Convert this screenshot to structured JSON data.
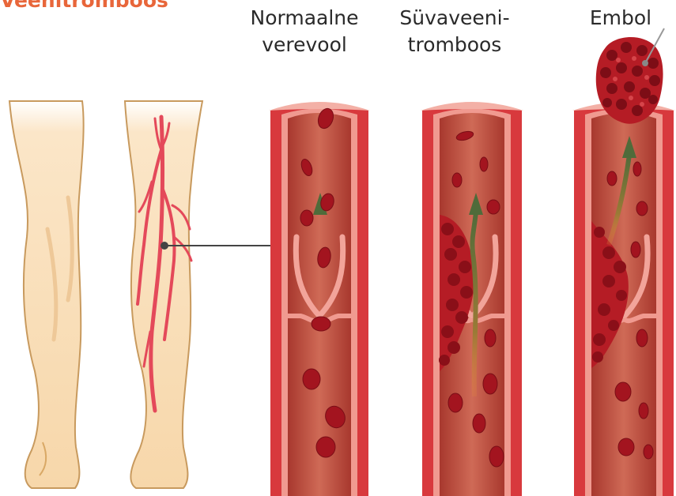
{
  "title": "Veenitromboos",
  "labels": {
    "normal_line1": "Normaalne",
    "normal_line2": "verevool",
    "dvt_line1": "Süvaveeni-",
    "dvt_line2": "tromboos",
    "embolus": "Embol"
  },
  "colors": {
    "title": "#e8663a",
    "skin": "#f9dcb3",
    "skin_outline": "#c89a5e",
    "vessel_wall": "#d8393d",
    "vessel_lumen": "#c45a48",
    "inner_wall": "#f09a90",
    "blood_cell": "#a3141f",
    "arrow": "#4f6b3a"
  },
  "icons": [
    "leg-front-icon",
    "leg-back-veins-icon",
    "vein-normal-icon",
    "vein-thrombosis-icon",
    "vein-embolus-icon"
  ]
}
